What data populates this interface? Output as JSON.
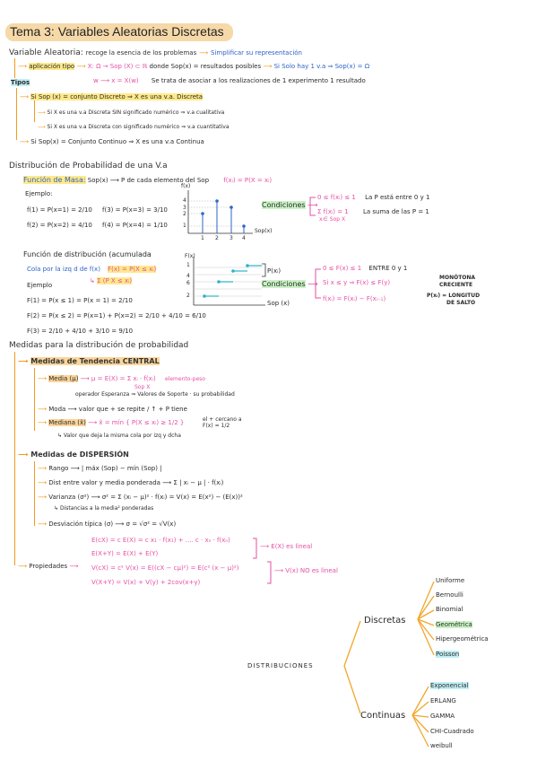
{
  "title": "Tema 3: Variables Aleatorias Discretas",
  "intro": {
    "var_label": "Variable Aleatoria:",
    "var_desc": "recoge la esencia de los problemas",
    "var_arrow": "Simplificar su representación",
    "aplic_label": "aplicación tipo",
    "aplic_map": "X: Ω → Sop (X) ⊂ ℝ",
    "aplic_desc": "donde Sop(x) = resultados posibles",
    "aplic_note": "Si Solo hay 1 v.a ⇒ Sop(x) = Ω",
    "w_map": "w ⟶ x = X(w)",
    "w_desc": "Se trata de asociar a los realizaciones de 1 experimento 1 resultado",
    "tipos_label": "Tipos",
    "t1": "Si Sop (x) = conjunto Discreto ⇒ X es una v.a. Discreta",
    "t2": "Si X es una v.a Discreta SIN significado numérico ⇒ v.a cualitativa",
    "t3": "Si X es una v.a Discreta con significado numérico ⇒ v.a cuantitativa",
    "t4": "Si Sop(x) = Conjunto Continuo ⇒ X es una v.a Continua"
  },
  "distribucion": {
    "heading": "Distribución de Probabilidad de una V.a",
    "masa_label": "Función de Masa:",
    "masa_desc": "Sop(x) ⟶ P de cada elemento del Sop",
    "masa_formula": "f(xᵢ) = P(X = xᵢ)",
    "ejemplo": "Ejemplo:",
    "e1": "f(1) = P(x=1) = 2/10",
    "e2": "f(3) = P(x=3) = 3/10",
    "e3": "f(2) = P(x=2) = 4/10",
    "e4": "f(4) = P(x=4) = 1/10",
    "cond_label": "Condiciones",
    "c1": "0 ≤ f(xᵢ) ≤ 1",
    "c1_note": "La P está entre 0 y 1",
    "c2": "Σ f(xᵢ) = 1",
    "c2_sub": "xᵢ∈ Sop X",
    "c2_note": "La suma de las P = 1",
    "chart_ylabel": "f(x)",
    "chart_xlabel": "Sop(x)",
    "chart_yticks": [
      "4",
      "3",
      "2",
      "1"
    ],
    "chart_xticks": [
      "1",
      "2",
      "3",
      "4"
    ]
  },
  "acumulada": {
    "heading": "Función de distribución (acumulada",
    "cola": "Cola por la izq d de f(x)",
    "formula1": "F(x) = P(X ≤ xᵢ)",
    "formula2": "Σ (P X ≤ xᵢ)",
    "ejemplo": "Ejemplo",
    "a1": "F(1) = P(x ≤ 1) = P(x = 1) = 2/10",
    "a2": "F(2) = P(x ≤ 2) = P(x=1) + P(x=2) = 2/10 + 4/10 = 6/10",
    "a3": "F(3) = 2/10 + 4/10 + 3/10 = 9/10",
    "chart_ylabel": "F(x)",
    "chart_xlabel": "Sop (x)",
    "chart_point": "P(xᵢ)",
    "chart_yticks": [
      "1",
      "4",
      "6",
      "2"
    ],
    "cond_label": "Condiciones",
    "c1": "0 ≤ F(x) ≤ 1",
    "c1_note": "ENTRE 0 y 1",
    "c2": "Si x ≤ y ⇒ F(x) ≤ F(y)",
    "c2_note1": "MONÓTONA",
    "c2_note2": "CRECIENTE",
    "c3": "f(xᵢ) = F(xᵢ) − F(xᵢ₋₁)",
    "c3_note1": "P(xᵢ) = LONGITUD",
    "c3_note2": "DE SALTO"
  },
  "medidas": {
    "heading": "Medidas para la distribución de probabilidad",
    "tc_label": "Medidas de Tendencia CENTRAL",
    "media_label": "Media (μ)",
    "media_formula": "⟶ μ = E(X) = Σ xᵢ · f(xᵢ)",
    "media_sub": "Sop X",
    "media_note": "elemento-peso",
    "operador": "operador Esperanza ⇒ Valores de Soporte · su probabilidad",
    "moda": "Moda ⟶ valor que + se repite / ↑ + P tiene",
    "mediana_label": "Mediana (x̃)",
    "mediana_formula": "⟶ x̃ = mín { P(X ≤ xᵢ) ≥ 1/2 }",
    "mediana_note1": "el + cercano a",
    "mediana_note2": "F(x) = 1/2",
    "mediana_sub": "Valor que deja la misma cola por izq y dcha",
    "disp_label": "Medidas de DISPERSIÓN",
    "rango": "Rango ⟶ | máx (Sop) − mín (Sop) |",
    "dist_media": "Dist entre valor y media ponderada ⟶ Σ | xᵢ − μ | · f(xᵢ)",
    "varianza": "Varianza (σ²) ⟶ σ² = Σ (xᵢ − μ)² · f(xᵢ) = V(x) = E(x²) − (E(x))²",
    "varianza_note": "Distancias a la media² ponderadas",
    "desv": "Desviación típica (σ) ⟶ σ = √σ² = √V(x)",
    "props_label": "Propiedades",
    "p1": "E(cX) = c E(X) = c x₁ · f(x₁) + .... c · xₙ · f(xₙ)",
    "p2": "E(X+Y) = E(X) + E(Y)",
    "p_lin": "E(X) es lineal",
    "p3": "V(cX) = c² V(x) = E((cX − cμ)²) = E(c² (x − μ)²)",
    "p4": "V(X+Y) = V(x) + V(y) + 2cov(x+y)",
    "p_nolin": "V(x) NO es lineal"
  },
  "tree": {
    "root": "DISTRIBUCIONES",
    "discretas": "Discretas",
    "continuas": "Continuas",
    "discretas_items": [
      "Uniforme",
      "Bernoulli",
      "Binomial",
      "Geométrica",
      "Hipergeométrica",
      "Poisson"
    ],
    "continuas_items": [
      "Exponencial",
      "ERLANG",
      "GAMMA",
      "CHI-Cuadrado",
      "weibull"
    ]
  }
}
